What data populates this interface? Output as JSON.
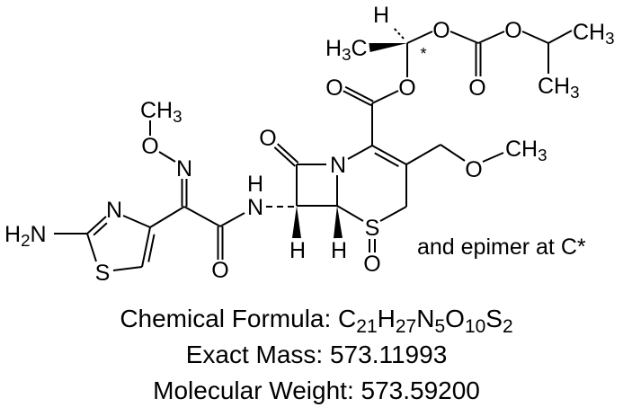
{
  "structure": {
    "atoms": {
      "h2n": "H2N",
      "thiazole_n": "N",
      "thiazole_s": "S",
      "oxime_n": "N",
      "oxime_o": "O",
      "methoxy_ch3": "CH3",
      "amide_o": "O",
      "amide_n": "N",
      "amide_h": "H",
      "lactam_o": "O",
      "ring_n": "N",
      "h7": "H",
      "h6": "H",
      "ring_s": "S",
      "sulfoxide_o": "O",
      "ester_carbonyl_o": "O",
      "ester_o": "O",
      "h_star": "H",
      "h3c_star": "H3C",
      "star_mark": "*",
      "carbonate_o1": "O",
      "carbonate_carbonyl_o": "O",
      "carbonate_o2": "O",
      "isopropyl_ch3_top": "CH3",
      "isopropyl_ch3_bottom": "CH3",
      "side_o": "O",
      "side_ch3": "CH3"
    },
    "note": "and epimer at C*"
  },
  "info": {
    "formula_label": "Chemical Formula: ",
    "formula": "C21H27N5O10S2",
    "exact_mass": "Exact Mass: 573.11993",
    "molecular_weight": "Molecular Weight: 573.59200"
  }
}
